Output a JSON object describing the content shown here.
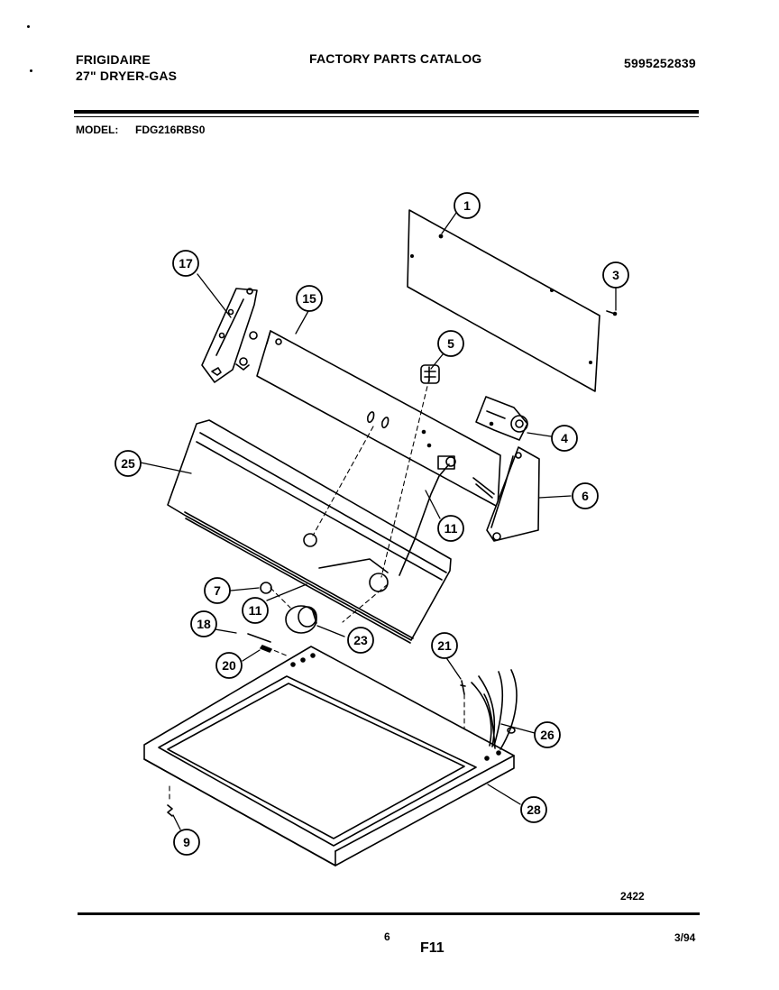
{
  "header": {
    "brand": "FRIGIDAIRE",
    "product": "27\" DRYER-GAS",
    "catalog_title": "FACTORY PARTS CATALOG",
    "catalog_number": "5995252839",
    "model_label": "MODEL:",
    "model_value": "FDG216RBS0"
  },
  "diagram": {
    "callouts": [
      "1",
      "3",
      "4",
      "5",
      "6",
      "7",
      "9",
      "11",
      "11",
      "15",
      "17",
      "18",
      "20",
      "21",
      "23",
      "25",
      "26",
      "28"
    ],
    "drawing_number": "2422"
  },
  "footer": {
    "page_number": "6",
    "figure": "F11",
    "date": "3/94"
  }
}
